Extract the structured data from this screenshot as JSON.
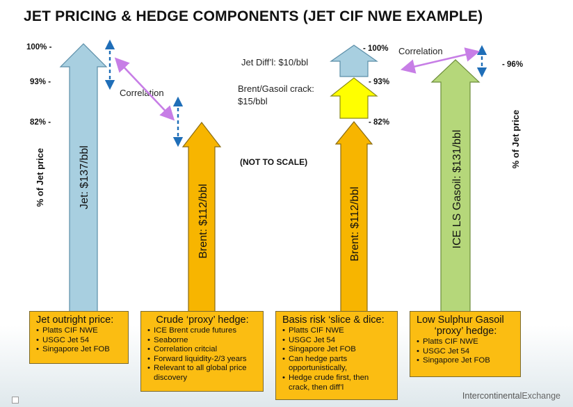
{
  "title": "JET PRICING & HEDGE COMPONENTS (JET CIF NWE EXAMPLE)",
  "axis_labels": {
    "left": "% of Jet price",
    "right": "% of Jet price"
  },
  "left_ticks": [
    "100% -",
    "93% -",
    "82% -"
  ],
  "right_ticks": [
    "- 100%",
    "- 93%",
    "- 82%",
    "- 96%"
  ],
  "notes": {
    "correlation_1": "Correlation",
    "correlation_2": "Correlation",
    "not_to_scale": "(NOT TO SCALE)",
    "jet_diff": "Jet Diff’l: $10/bbl",
    "crack_line1": "Brent/Gasoil crack:",
    "crack_line2": "$15/bbl"
  },
  "arrows": {
    "jet": "Jet: $137/bbl",
    "brent1": "Brent: $112/bbl",
    "brent2": "Brent: $112/bbl",
    "gasoil": "ICE LS Gasoil: $131/bbl"
  },
  "boxes": [
    {
      "header": "Jet outright price:",
      "items": [
        "Platts CIF NWE",
        "USGC Jet 54",
        "Singapore Jet FOB"
      ]
    },
    {
      "header": "Crude ‘proxy’ hedge:",
      "items": [
        "ICE Brent crude futures",
        "Seaborne",
        "Correlation critcial",
        "Forward liquidity-2/3 years",
        "Relevant to all global price discovery"
      ]
    },
    {
      "header": "Basis risk ‘slice & dice:",
      "items": [
        "Platts CIF NWE",
        "USGC Jet 54",
        "Singapore Jet FOB",
        "Can hedge parts opportunistically,",
        "Hedge crude first, then crack, then diff’l"
      ]
    },
    {
      "header_line1": "Low Sulphur Gasoil",
      "header_line2": "‘proxy’ hedge:",
      "items": [
        "Platts CIF NWE",
        "USGC Jet 54",
        "Singapore Jet FOB"
      ]
    }
  ],
  "footer": {
    "part1": "Intercontinental",
    "part2": "Exchange"
  },
  "colors": {
    "jet_arrow": "#a8cfe0",
    "brent_arrow": "#f7b500",
    "gasoil_arrow": "#b5d77a",
    "crack_arrow": "#ffff00",
    "diff_arrow": "#a8cfe0",
    "correlation": "#c77ee6",
    "range_arrow": "#1f6eb8"
  }
}
